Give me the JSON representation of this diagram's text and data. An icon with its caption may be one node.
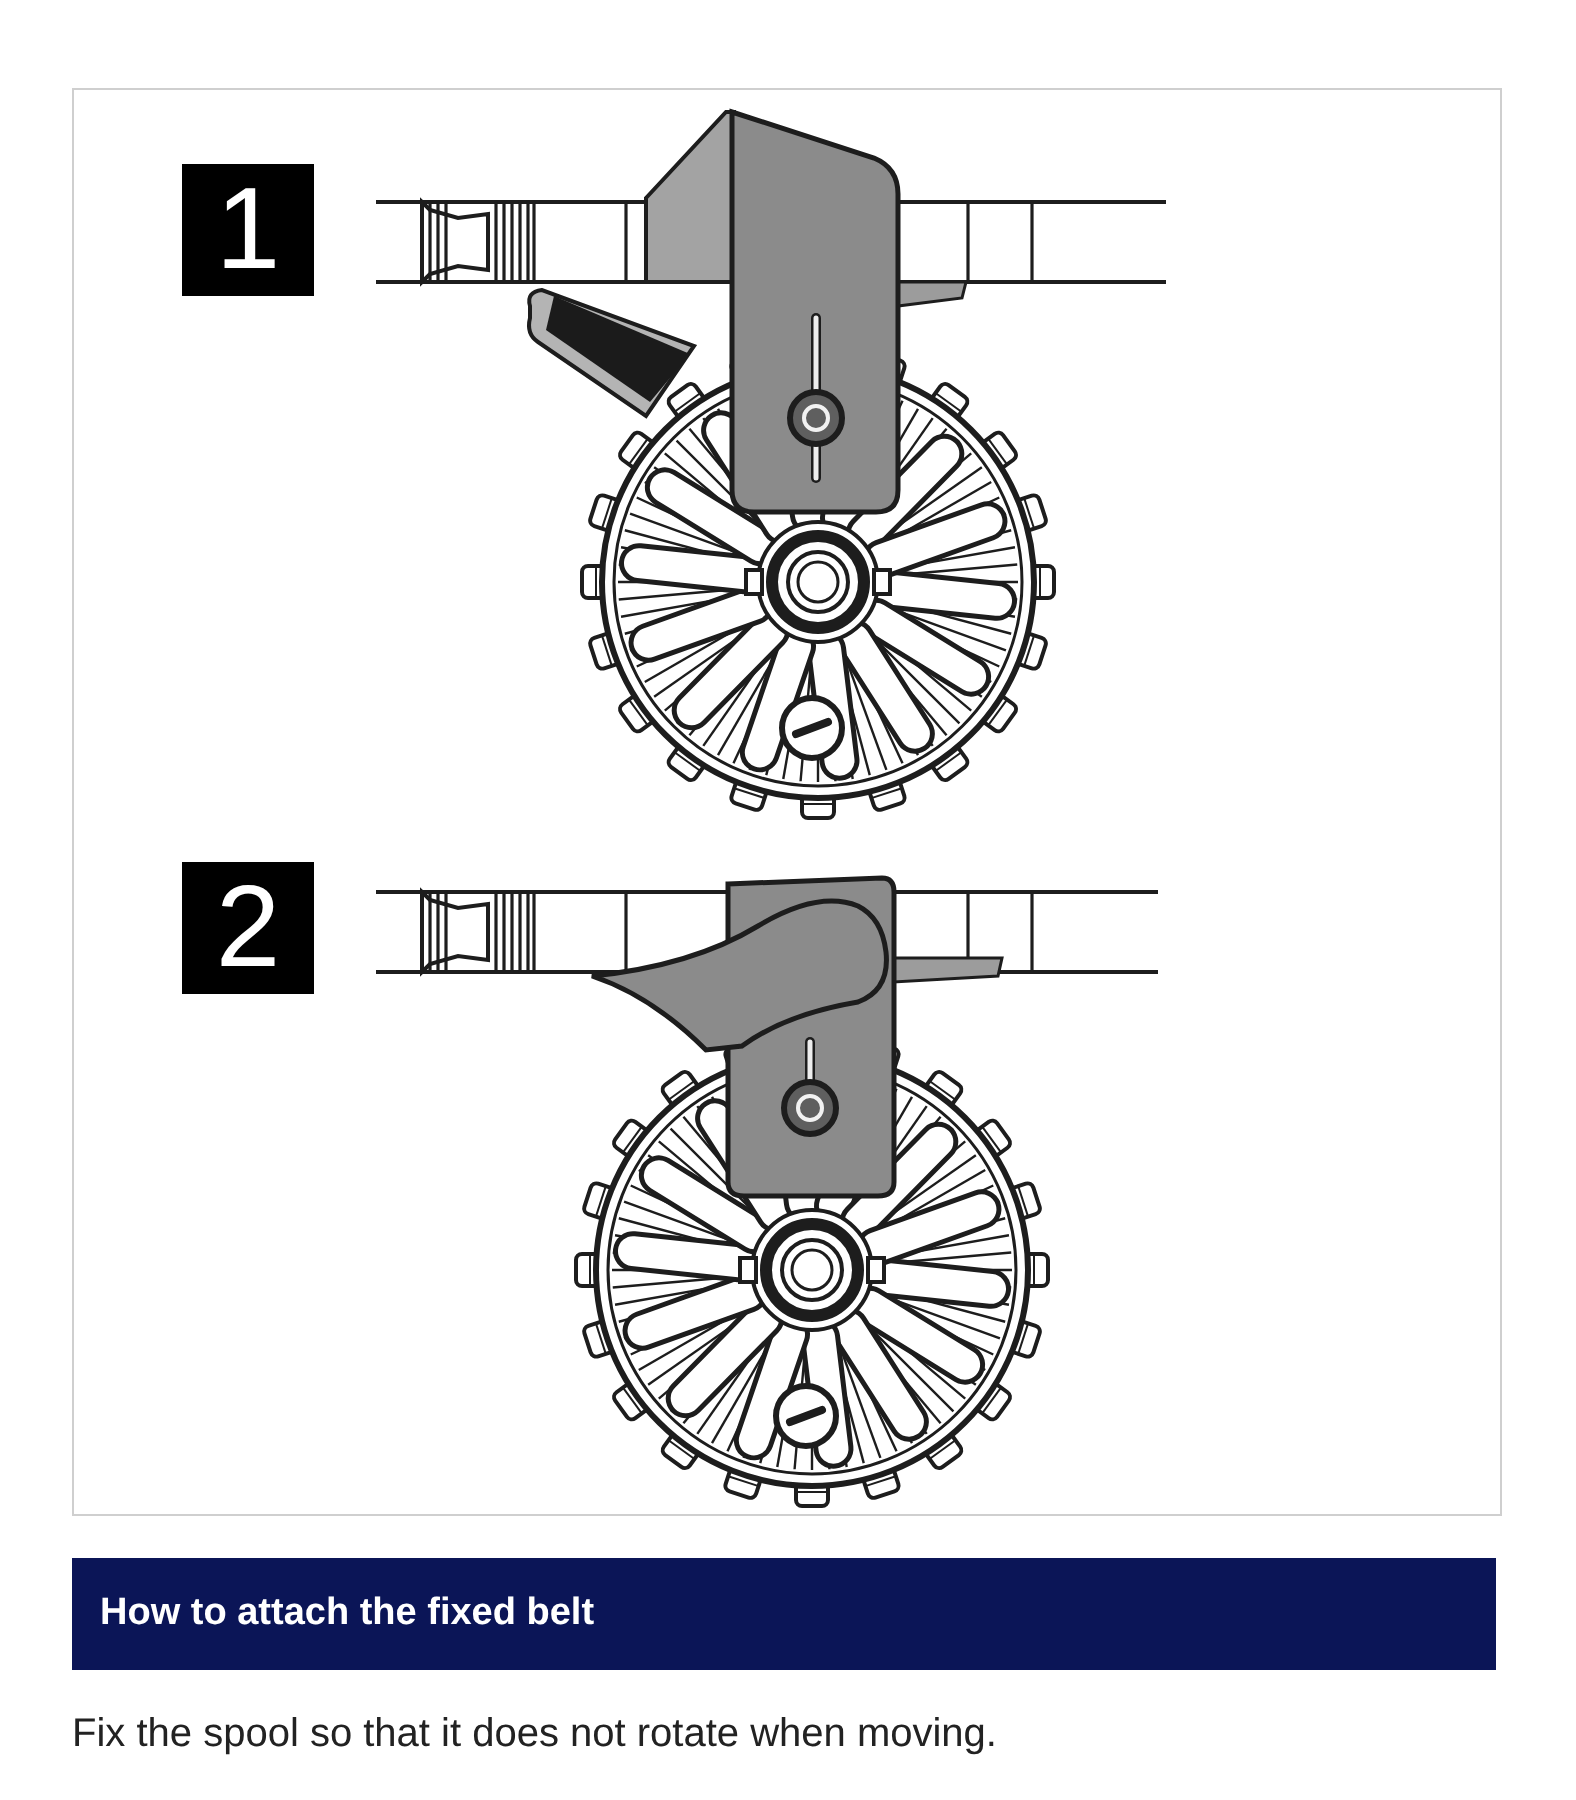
{
  "diagram": {
    "title": "How to attach the fixed belt",
    "caption": "Fix the spool so that it does not rotate when moving.",
    "nodes": [
      {
        "text": [
          "1"
        ]
      },
      {
        "text": [
          "2"
        ]
      }
    ]
  }
}
